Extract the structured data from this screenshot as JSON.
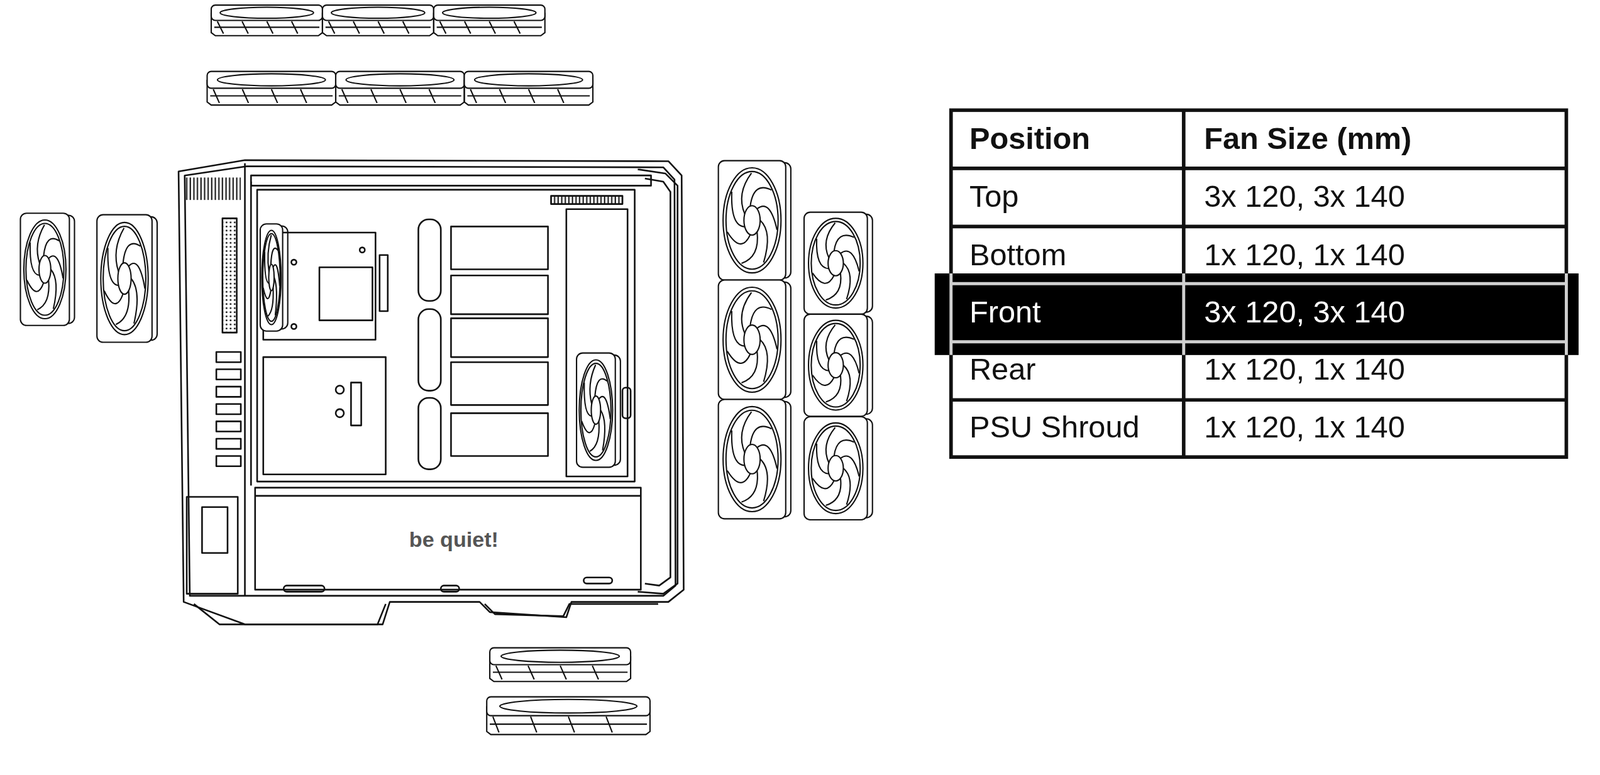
{
  "diagram": {
    "labels": [
      "Position",
      "Fan Size (mm)",
      "Top",
      "3x 120, 3x 140",
      "Bottom",
      "1x 120, 1x 140",
      "Front",
      "3x 120, 3x 140",
      "Rear",
      "1x 120, 1x 140",
      "PSU Shroud",
      "1x 120, 1x 140",
      "be quiet!"
    ]
  }
}
